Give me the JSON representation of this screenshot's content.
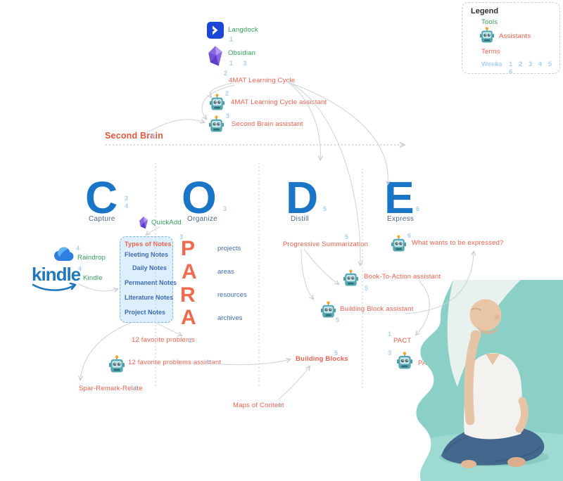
{
  "colors": {
    "code_blue": "#1b75c7",
    "term_orange": "#ed614d",
    "tool_green": "#2f9e54",
    "week_light_blue": "#a7d2f3",
    "note_blue": "#3e6cb2",
    "para_orange": "#f06a50",
    "photo_teal": "#8bd0c7"
  },
  "legend": {
    "title": "Legend",
    "tools": "Tools",
    "assistants": "Assistants",
    "terms": "Terms",
    "weeks_label": "Weeks",
    "weeks_numbers": "1  2  3  4  5  6"
  },
  "tools": {
    "langdock": {
      "name": "Langdock",
      "weeks": "1"
    },
    "obsidian": {
      "name": "Obsidian",
      "weeks": "1  3"
    },
    "quickadd": {
      "name": "QuickAdd"
    },
    "raindrop": {
      "name": "Raindrop",
      "weeks": "4"
    },
    "kindle": {
      "name": "Kindle",
      "weeks": "4",
      "logo": "kindle"
    }
  },
  "terms": {
    "fourmat": {
      "label": "4MAT Learning Cycle",
      "weeks": "2"
    },
    "second_brain": {
      "label": "Second Brain",
      "weeks": "3"
    },
    "progressive_summarization": {
      "label": "Progressive Summarization",
      "weeks": "5"
    },
    "twelve_favorite_problems": {
      "label": "12 favorite problems",
      "weeks": "2"
    },
    "spar_remark_relate": {
      "label": "Spar-Remark-Relate",
      "weeks": "4"
    },
    "maps_of_content": {
      "label": "Maps of Content",
      "weeks": "4"
    },
    "building_blocks": {
      "label": "Building Blocks",
      "weeks": "5"
    },
    "pact": {
      "label": "PACT",
      "weeks": "1"
    }
  },
  "assistants": {
    "fourmat": {
      "label": "4MAT Learning Cycle assistant",
      "weeks": "2"
    },
    "second_brain": {
      "label": "Second Brain assistant",
      "weeks": "3"
    },
    "book_to_action": {
      "label": "Book-To-Action assistant",
      "weeks": "5"
    },
    "building_block": {
      "label": "Building Block assistant",
      "weeks": "5"
    },
    "what_wants": {
      "label": "What wants to be expressed?",
      "weeks": "6"
    },
    "twelve_favorite_problems": {
      "label": "12 favorite problems assistant",
      "weeks": "2"
    },
    "pact": {
      "label": "PACT assistant",
      "weeks": "3"
    }
  },
  "code": {
    "c": {
      "letter": "C",
      "label": "Capture",
      "weeks": "3\n4"
    },
    "o": {
      "letter": "O",
      "label": "Organize",
      "weeks": "3"
    },
    "d": {
      "letter": "D",
      "label": "Distill",
      "weeks": "5"
    },
    "e": {
      "letter": "E",
      "label": "Express",
      "weeks": "6"
    }
  },
  "notes_box": {
    "title": "Types of Notes",
    "items": [
      "Fleeting Notes",
      "Daily Notes",
      "Permanent Notes",
      "Literature Notes",
      "Project Notes"
    ]
  },
  "para": {
    "weeks": "3",
    "p": {
      "letter": "P",
      "label": "projects"
    },
    "a1": {
      "letter": "A",
      "label": "areas"
    },
    "r": {
      "letter": "R",
      "label": "resources"
    },
    "a2": {
      "letter": "A",
      "label": "archives"
    }
  }
}
